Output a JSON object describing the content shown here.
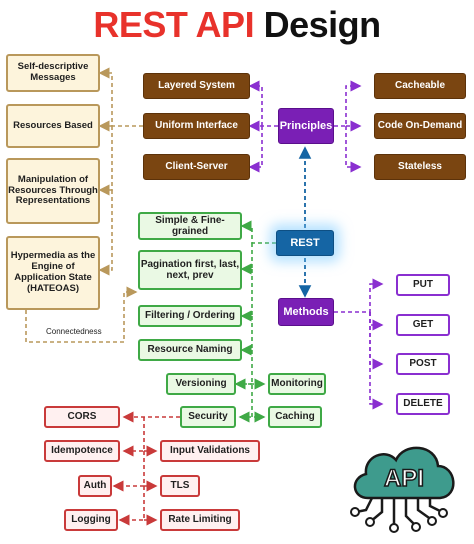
{
  "title": {
    "part1": "REST API",
    "part2": "Design"
  },
  "center": {
    "label": "REST"
  },
  "principles": {
    "label": "Principles",
    "left": [
      "Layered System",
      "Uniform Interface",
      "Client-Server"
    ],
    "right": [
      "Cacheable",
      "Code On-Demand",
      "Stateless"
    ]
  },
  "uniform_interface": {
    "items": [
      "Self-descriptive Messages",
      "Resources Based",
      "Manipulation of Resources Through Representations",
      "Hypermedia as the Engine of Application State (HATEOAS)"
    ],
    "connector_note": "Connectedness"
  },
  "methods": {
    "label": "Methods",
    "items": [
      "PUT",
      "GET",
      "POST",
      "DELETE"
    ]
  },
  "practices": {
    "simple": "Simple & Fine-grained",
    "pagination": "Pagination first, last, next, prev",
    "filtering": "Filtering / Ordering",
    "naming": "Resource Naming",
    "versioning": "Versioning",
    "monitoring": "Monitoring",
    "security": "Security",
    "caching": "Caching"
  },
  "security_items": {
    "left": [
      "CORS",
      "Idempotence",
      "Auth",
      "Logging"
    ],
    "right": [
      "Input Validations",
      "TLS",
      "Rate Limiting"
    ]
  },
  "logo": {
    "text": "API"
  },
  "colors": {
    "title_red": "#e8322b",
    "brown": "#7a4511",
    "purple": "#7a1fb5",
    "blue": "#1565a4",
    "green": "#3fa946",
    "red": "#c93a3a",
    "cream_border": "#b9985b",
    "logo_teal": "#3e9b8d"
  }
}
